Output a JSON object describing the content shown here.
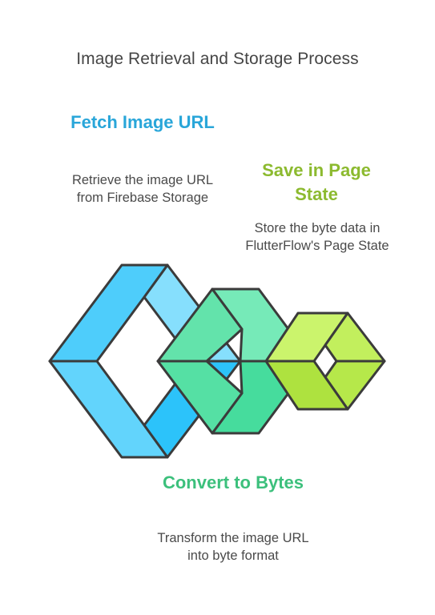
{
  "title": "Image Retrieval and Storage Process",
  "steps": {
    "fetch": {
      "title": "Fetch Image URL",
      "description": "Retrieve the image URL from Firebase Storage",
      "color": "#29a6d9"
    },
    "save": {
      "title": "Save in Page State",
      "description": "Store the byte data in FlutterFlow's Page State",
      "color": "#8cba2f"
    },
    "convert": {
      "title": "Convert to Bytes",
      "description": "Transform the image URL into byte format",
      "color": "#3cc07c"
    }
  }
}
